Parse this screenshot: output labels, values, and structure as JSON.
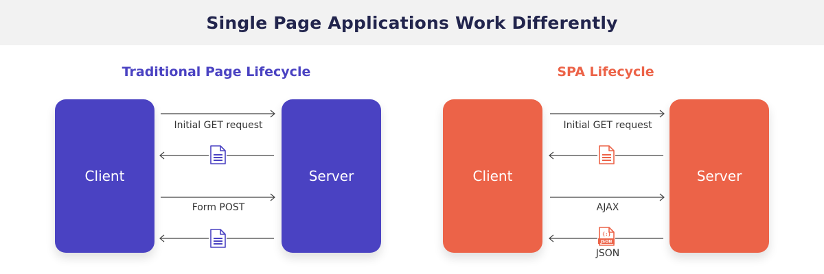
{
  "title": "Single Page Applications Work Differently",
  "colors": {
    "traditional": "#4a42c2",
    "spa": "#ec6348",
    "banner_bg": "#f2f2f2",
    "title_text": "#22254d",
    "arrow": "#444444"
  },
  "traditional": {
    "title": "Traditional Page Lifecycle",
    "client_label": "Client",
    "server_label": "Server",
    "arrows": [
      {
        "direction": "right",
        "label": "Initial GET request"
      },
      {
        "direction": "left",
        "icon": "document-icon"
      },
      {
        "direction": "right",
        "label": "Form POST"
      },
      {
        "direction": "left",
        "icon": "document-icon"
      }
    ]
  },
  "spa": {
    "title": "SPA Lifecycle",
    "client_label": "Client",
    "server_label": "Server",
    "arrows": [
      {
        "direction": "right",
        "label": "Initial GET request"
      },
      {
        "direction": "left",
        "icon": "document-icon"
      },
      {
        "direction": "right",
        "label": "AJAX"
      },
      {
        "direction": "left",
        "icon": "json-file-icon",
        "label": "JSON"
      }
    ],
    "json_icon_text": "JSON"
  }
}
